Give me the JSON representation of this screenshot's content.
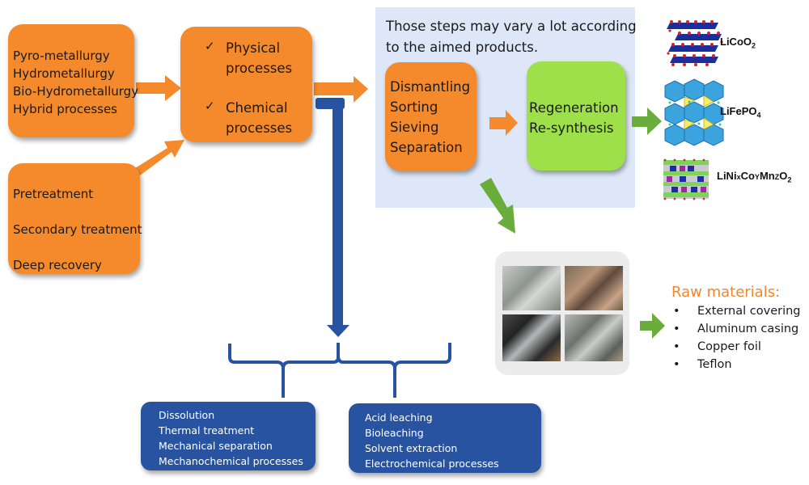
{
  "left_boxes": {
    "methods": {
      "items": [
        "Pyro-metallurgy",
        "Hydrometallurgy",
        "Bio-Hydrometallurgy",
        "Hybrid processes"
      ]
    },
    "stages": {
      "items": [
        "Pretreatment",
        "Secondary treatment",
        "Deep recovery"
      ]
    }
  },
  "process_box": {
    "items": [
      {
        "check": "✓",
        "label_1": "Physical",
        "label_2": "processes"
      },
      {
        "check": "✓",
        "label_1": "Chemical",
        "label_2": "processes"
      }
    ]
  },
  "steps_panel": {
    "note_line_1": "Those steps may vary a lot according",
    "note_line_2": "to the aimed products.",
    "pretreatment_steps": [
      "Dismantling",
      "Sorting",
      "Sieving",
      "Separation"
    ],
    "regeneration_steps": [
      "Regeneration",
      "Re-synthesis"
    ]
  },
  "products": [
    {
      "name": "LiCoO2",
      "parts": [
        "LiCoO",
        "2"
      ]
    },
    {
      "name": "LiFePO4",
      "parts": [
        "LiFePO",
        "4"
      ]
    },
    {
      "name": "LiNixCoyMnzO2",
      "parts": [
        "LiNi",
        "x",
        "Co",
        "Y",
        "Mn",
        "Z",
        "O",
        "2"
      ]
    }
  ],
  "raw_materials": {
    "title": "Raw materials:",
    "bullet": "•",
    "items": [
      "External covering",
      "Aluminum casing",
      "Copper foil",
      "Teflon"
    ]
  },
  "physical_methods": {
    "items": [
      "Dissolution",
      "Thermal treatment",
      "Mechanical separation",
      "Mechanochemical processes"
    ]
  },
  "chemical_methods": {
    "items": [
      "Acid leaching",
      "Bioleaching",
      "Solvent extraction",
      "Electrochemical processes"
    ]
  },
  "colors": {
    "orange": "#f58a2c",
    "green_box": "#9ee04a",
    "green_arrow": "#6aad3c",
    "blue": "#2853a0",
    "panel": "#dde7f8",
    "raw_title": "#f0872e"
  }
}
